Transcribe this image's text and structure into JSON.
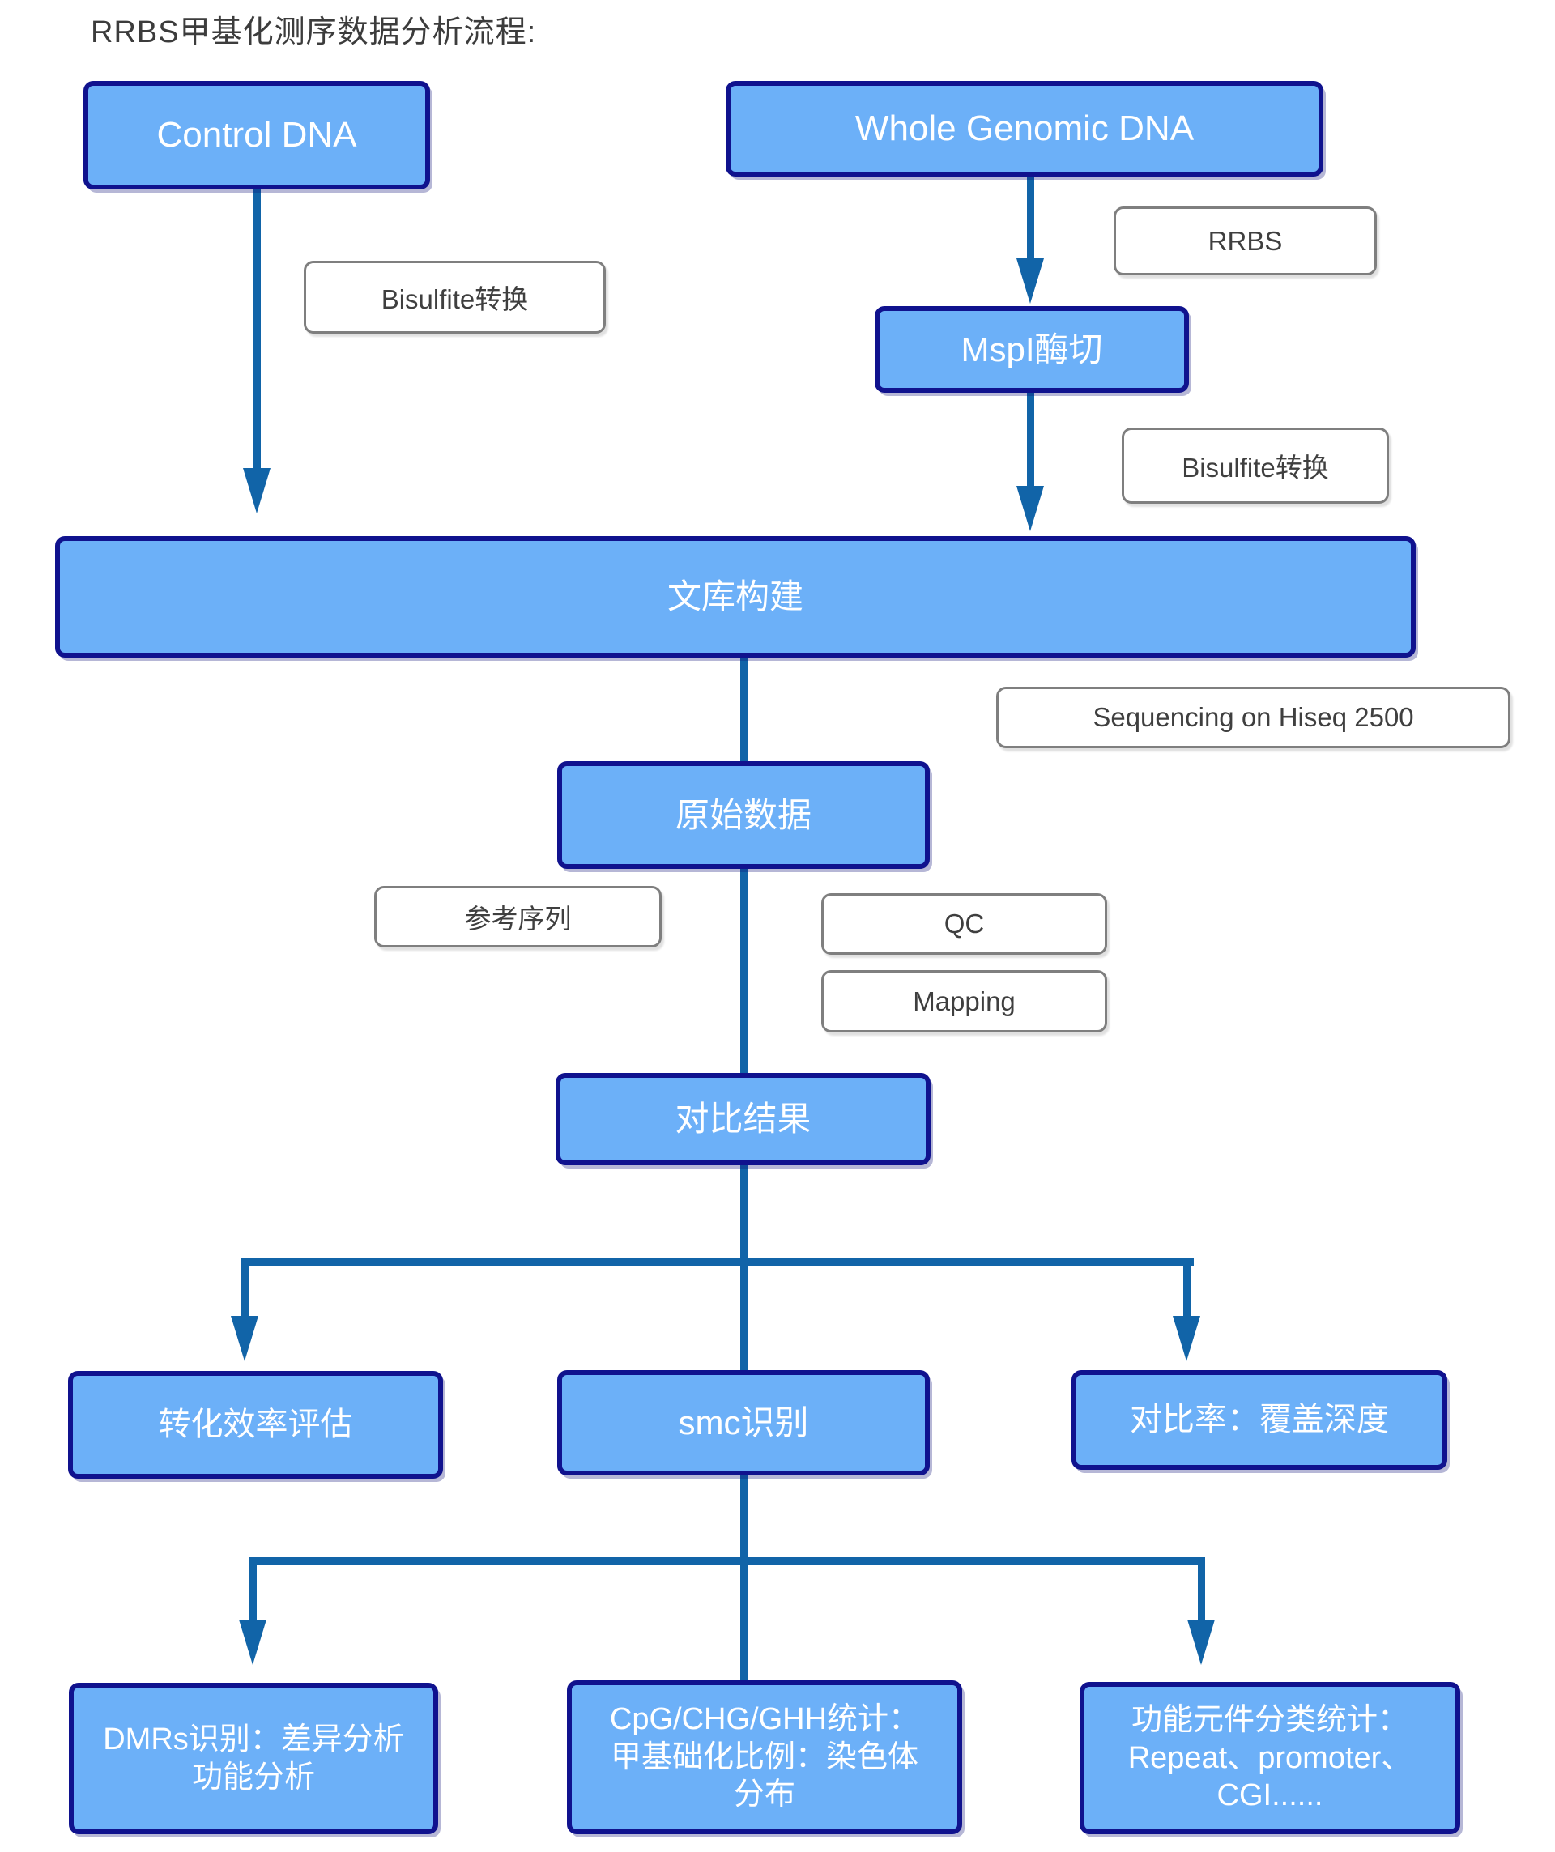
{
  "page": {
    "title": "RRBS甲基化测序数据分析流程:"
  },
  "colors": {
    "node-fill": "#6cb0f8",
    "node-border": "#10128e",
    "node-text": "#ffffff",
    "arrow": "#1164a8",
    "label-border": "#7f7f7f",
    "label-fill": "#ffffff",
    "label-text": "#3f3f3f",
    "title-text": "#3c3c3c",
    "background": "#ffffff"
  },
  "nodes": {
    "control_dna": {
      "label": "Control DNA"
    },
    "whole_genomic_dna": {
      "label": "Whole Genomic DNA"
    },
    "mspi_digest": {
      "label": "MspI酶切"
    },
    "library_construction": {
      "label": "文库构建"
    },
    "raw_data": {
      "label": "原始数据"
    },
    "alignment_result": {
      "label": "对比结果"
    },
    "conversion_efficiency": {
      "label": "转化效率评估"
    },
    "smc_identification": {
      "label": "smc识别"
    },
    "mapping_rate_depth": {
      "label": "对比率：覆盖深度"
    },
    "dmrs": {
      "label": "DMRs识别：差异分析\n功能分析"
    },
    "cpg_stats": {
      "label": "CpG/CHG/GHH统计：\n甲基础化比例：染色体\n分布"
    },
    "functional_elements": {
      "label": "功能元件分类统计：\nRepeat、promoter、\nCGI......"
    }
  },
  "step_labels": {
    "bisulfite_left": "Bisulfite转换",
    "rrbs": "RRBS",
    "bisulfite_right": "Bisulfite转换",
    "sequencing": "Sequencing on Hiseq 2500",
    "reference_seq": "参考序列",
    "qc": "QC",
    "mapping": "Mapping"
  }
}
